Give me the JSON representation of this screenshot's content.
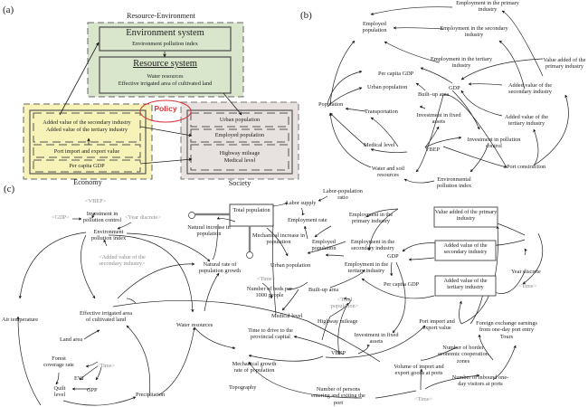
{
  "panels": {
    "a": "(a)",
    "b": "(b)",
    "c": "(c)"
  },
  "panel_a": {
    "title_top": "Resource-Environment",
    "environment_system": {
      "title": "Environment system",
      "items": [
        "Environment pollution index"
      ]
    },
    "resource_system": {
      "title": "Resource system",
      "items": [
        "Water resources",
        "Effective irrigated area of cultivated land"
      ]
    },
    "policy": "Policy",
    "economy": {
      "label": "Economy",
      "items": [
        "Added value of the secondary industry",
        "Added value of the tertiary industry",
        "Port import and export value",
        "Per capita GDP"
      ]
    },
    "society": {
      "label": "Society",
      "items": [
        "Urban population",
        "Employed population",
        "Highway mileage",
        "Medical level"
      ]
    },
    "colors": {
      "resource_env_bg": "#d9e6cc",
      "economy_bg": "#f7f3b8",
      "society_bg": "#e7e1df",
      "policy": "#d9343a"
    }
  },
  "panel_b": {
    "nodes": {
      "employment_primary": "Employment in the primary industry",
      "employed_population": "Employed population",
      "employment_secondary": "Employment in the secondary industry",
      "employment_tertiary": "Employment in the tertiary industry",
      "value_added_primary": "Value added of the primary industry",
      "per_capita_gdp": "Per capita GDP",
      "urban_population": "Urban population",
      "gdp": "GDP",
      "added_value_secondary": "Added value of the secondary industry",
      "built_up_area": "Built–up area",
      "population": "Population",
      "transportation": "Transportation",
      "investment_fixed_assets": "Investment in fixed assets",
      "added_value_tertiary": "Added value of the tertiary industry",
      "medical_level": "Medical level",
      "vbep": "VBEP",
      "investment_pollution_control": "Investment in pollution control",
      "water_soil": "Water and soil resources",
      "port_construction": "Port construction",
      "env_pollution_index": "Environmental pollution index"
    },
    "polarity": {
      "plus": "+",
      "minus": "−"
    }
  },
  "panel_c": {
    "nodes": {
      "vbep_shadow": "<VBEP>",
      "gdp_shadow": "<GDP>",
      "investment_pollution": "Investment in pollution control",
      "year_discrete_shadow": "<Year discrete>",
      "env_pollution_index": "Environment pollution index",
      "added_secondary_shadow": "<Added value of the secondary industry>",
      "natural_increase": "Natural increase in population",
      "total_population": "Total population",
      "mechanical_increase": "Mechanical increase in population",
      "labor_supply": "Labor supply",
      "labor_population_ratio": "Labor-population ratio",
      "employment_rate": "Employment rate",
      "employed_population": "Employed population",
      "employment_primary": "Employment in the primary industry",
      "employment_secondary": "Employment in the secondary industry",
      "employment_tertiary": "Employment in the tertiary industry",
      "urban_population": "Urban population",
      "natural_rate_growth": "Natural rate of population growth",
      "time_shadow": "<Time>",
      "beds": "Number of beds per 1000 people",
      "built_up_area": "Built-up area",
      "total_population_shadow": "<Total population>",
      "medical_level": "Medical level",
      "highway_mileage": "Highway mileage",
      "investment_fixed_assets": "Investment in fixed assets",
      "vbep": "VBEP",
      "gdp": "GDP",
      "per_capita_gdp": "Per capita GDP",
      "value_added_primary": "Value added of the primary industry",
      "added_value_secondary": "Added value of the secondary industry",
      "added_value_tertiary": "Added value of the tertiary industry",
      "year_discrete": "Year discrete",
      "time_shadow2": "<Time>",
      "air_temperature": "Air temperature",
      "effective_irrigated": "Effective irrigated area of cultivated land",
      "water_resources": "Water resources",
      "land_area": "Land area",
      "forest_coverage": "Forest coverage rate",
      "time_shadow3": "<Time>",
      "evi": "EVI",
      "quilt_level": "Quilt level",
      "gpp": "GPP",
      "precipitation": "Precipitation",
      "time_to_drive": "Time to drive to the provincial capital",
      "mechanical_growth_rate": "Mechanical growth rate of population",
      "topography": "Topography",
      "persons_port": "Number of persons entering and exiting the port",
      "port_import_export": "Port import and export value",
      "foreign_exchange": "Foreign exchange earnings from one-day port entry Tours",
      "border_zones": "Number of border economic cooperation zones",
      "volume_goods": "Volume of import and export goods at ports",
      "inbound_visitors": "Number of inbound one-day visitors at ports",
      "time_shadow4": "<Time>"
    }
  }
}
